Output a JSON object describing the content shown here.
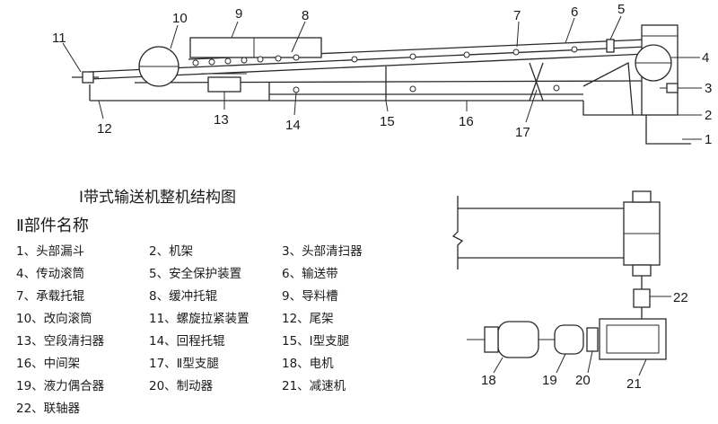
{
  "caption": "Ⅰ带式输送机整机结构图",
  "parts_title": "Ⅱ部件名称",
  "parts": [
    "1、头部漏斗",
    "2、机架",
    "3、头部清扫器",
    "4、传动滚筒",
    "5、安全保护装置",
    "6、输送带",
    "7、承载托辊",
    "8、缓冲托辊",
    "9、导料槽",
    "10、改向滚筒",
    "11、螺旋拉紧装置",
    "12、尾架",
    "13、空段清扫器",
    "14、回程托辊",
    "15、Ⅰ型支腿",
    "16、中间架",
    "17、Ⅱ型支腿",
    "18、电机",
    "19、液力偶合器",
    "20、制动器",
    "21、减速机",
    "22、联轴器"
  ],
  "callouts": {
    "n1": "1",
    "n2": "2",
    "n3": "3",
    "n4": "4",
    "n5": "5",
    "n6": "6",
    "n7": "7",
    "n8": "8",
    "n9": "9",
    "n10": "10",
    "n11": "11",
    "n12": "12",
    "n13": "13",
    "n14": "14",
    "n15": "15",
    "n16": "16",
    "n17": "17",
    "n18": "18",
    "n19": "19",
    "n20": "20",
    "n21": "21",
    "n22": "22"
  }
}
